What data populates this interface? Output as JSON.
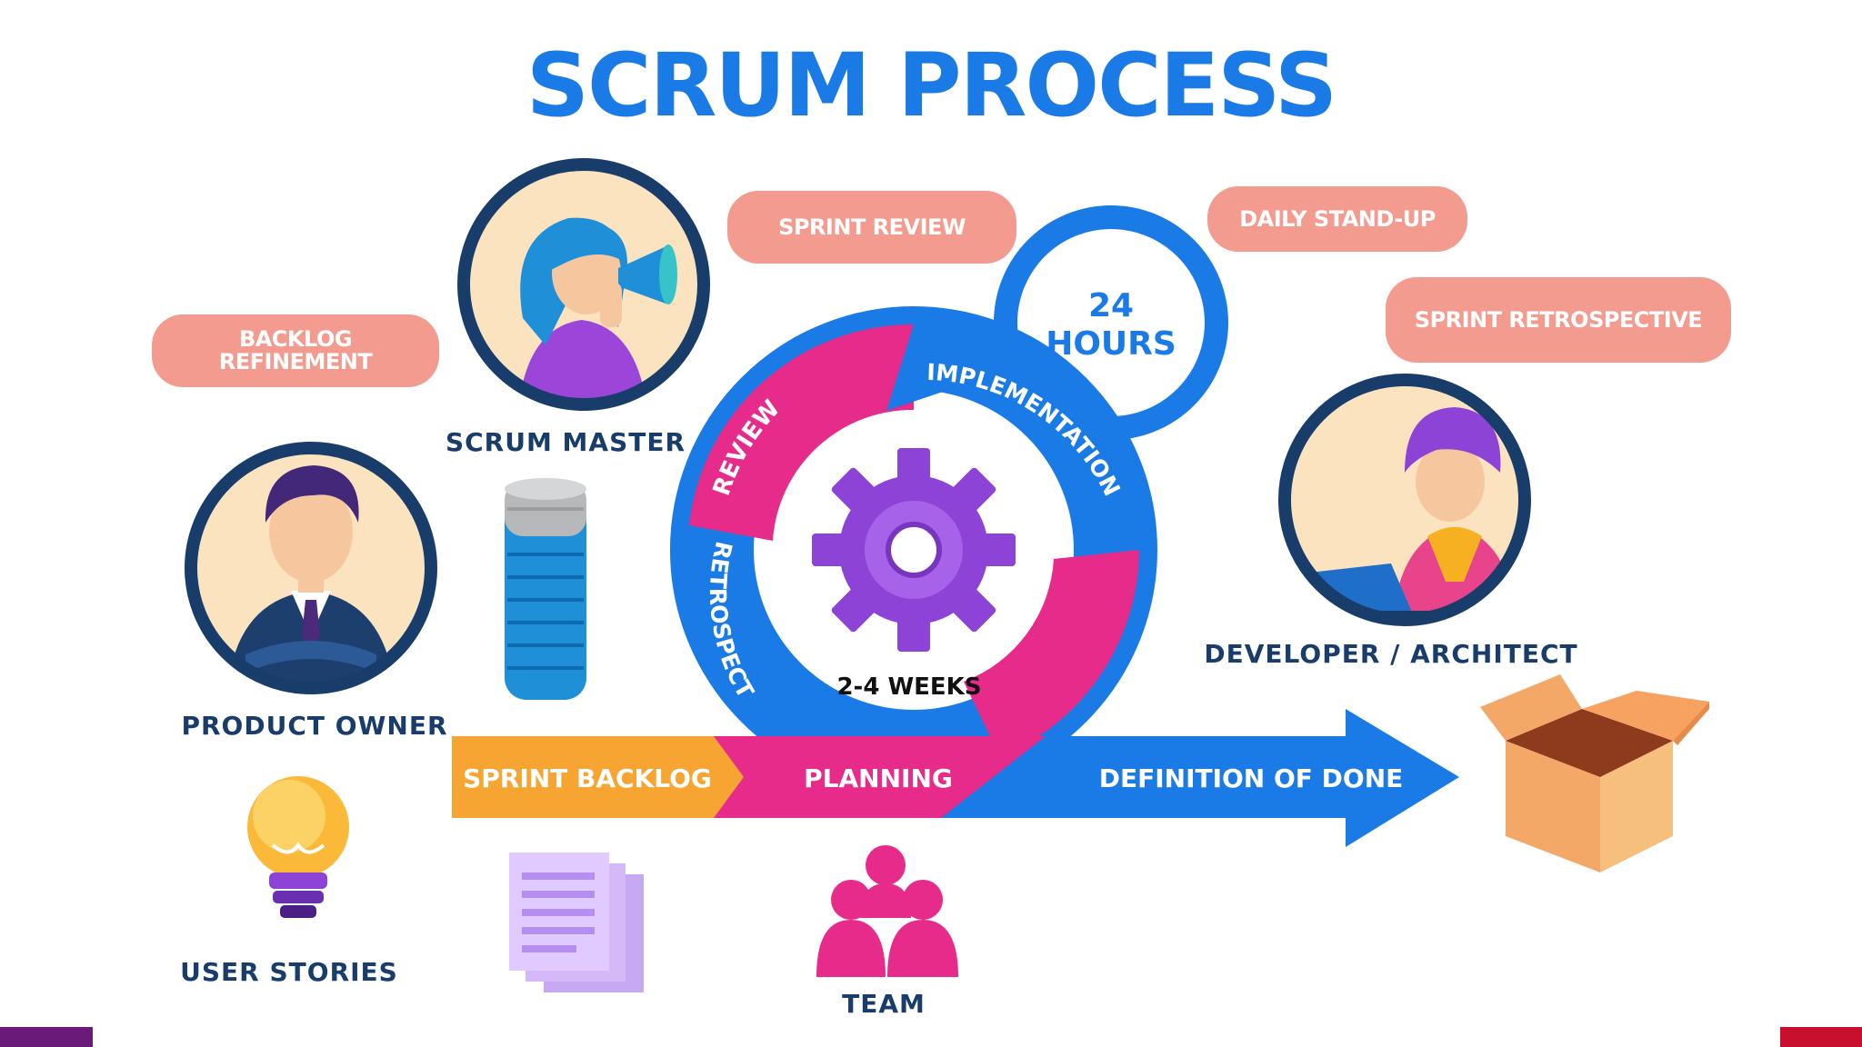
{
  "title": "SCRUM PROCESS",
  "events": {
    "sprint_review": "SPRINT REVIEW",
    "daily_standup": "DAILY STAND-UP",
    "backlog_refinement_line1": "BACKLOG",
    "backlog_refinement_line2": "REFINEMENT",
    "sprint_retrospective": "SPRINT RETROSPECTIVE"
  },
  "roles": {
    "scrum_master": "SCRUM MASTER",
    "product_owner": "PRODUCT OWNER",
    "developer": "DEVELOPER / ARCHITECT"
  },
  "cycle": {
    "review": "REVIEW",
    "implementation": "IMPLEMENTATION",
    "retrospect": "RETROSPECT",
    "duration": "2-4 WEEKS",
    "daily_line1": "24",
    "daily_line2": "HOURS"
  },
  "arrow": {
    "sprint_backlog": "SPRINT BACKLOG",
    "planning": "PLANNING",
    "definition_of_done": "DEFINITION OF DONE"
  },
  "artifacts": {
    "user_stories": "USER STORIES",
    "team": "TEAM"
  },
  "colors": {
    "title_blue": "#1a7be6",
    "cycle_blue": "#1a7be6",
    "cycle_pink": "#e62b8a",
    "pill_salmon": "#f49b8f",
    "backlog_orange": "#f6a532",
    "navy": "#183d6b",
    "gear_purple": "#8d44d6"
  }
}
